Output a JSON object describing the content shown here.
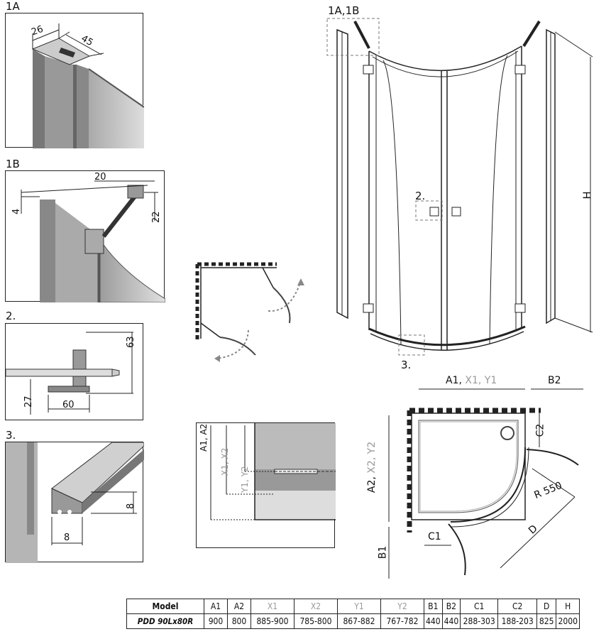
{
  "labels": {
    "detail_1a": "1A",
    "detail_1b": "1B",
    "detail_2": "2.",
    "detail_3": "3.",
    "main_1a1b": "1A,1B",
    "main_2": "2.",
    "main_3": "3.",
    "height": "H"
  },
  "detail_1a_dims": {
    "a": "26",
    "b": "45"
  },
  "detail_1b_dims": {
    "a": "20",
    "b": "4",
    "c": "22"
  },
  "detail_2_dims": {
    "a": "63",
    "b": "27",
    "c": "60"
  },
  "detail_3_dims": {
    "a": "8",
    "b": "8"
  },
  "section_labels": {
    "a": "A1, A2",
    "x": "X1, X2",
    "y": "Y1, Y2"
  },
  "plan": {
    "top_a": "A1,",
    "top_xy": " X1, Y1",
    "top_b": "B2",
    "left_a": "A2,",
    "left_xy": " X2, Y2",
    "left_b": "B1",
    "c1": "C1",
    "c2": "C2",
    "radius": "R 550",
    "d": "D"
  },
  "table": {
    "headers": [
      "Model",
      "A1",
      "A2",
      "X1",
      "X2",
      "Y1",
      "Y2",
      "B1",
      "B2",
      "C1",
      "C2",
      "D",
      "H"
    ],
    "row": [
      "PDD 90Lx80R",
      "900",
      "800",
      "885-900",
      "785-800",
      "867-882",
      "767-782",
      "440",
      "440",
      "288-303",
      "188-203",
      "825",
      "2000"
    ]
  }
}
